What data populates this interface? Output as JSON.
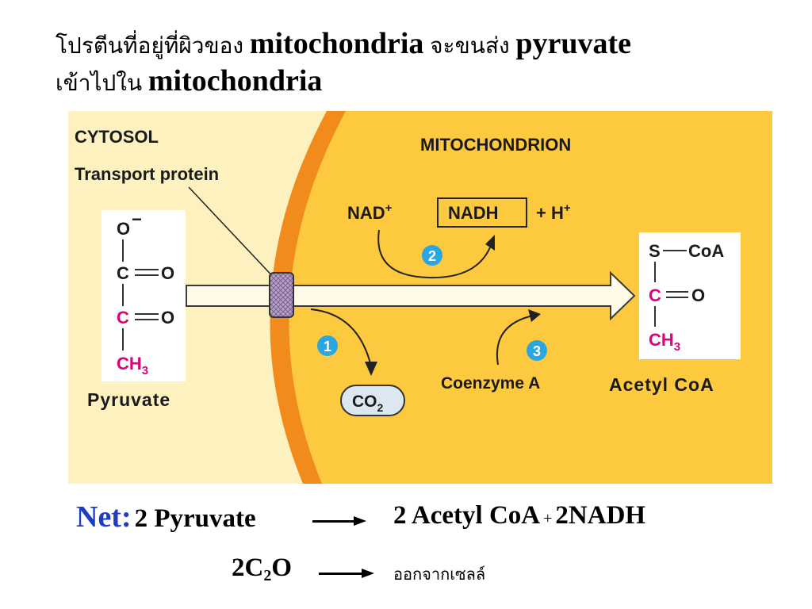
{
  "title": {
    "line1_thai_a": "โปรตีนที่อยู่ที่ผิวของ",
    "line1_latin_a": "mitochondria",
    "line1_thai_b": "จะขนส่ง",
    "line1_latin_b": "pyruvate",
    "line2_thai": "เข้าไปใน",
    "line2_latin": "mitochondria"
  },
  "diagram": {
    "cytosol_label": "CYTOSOL",
    "transport_label": "Transport protein",
    "mito_label": "MITOCHONDRION",
    "nad_plus": "NAD",
    "nadh": "NADH",
    "h_plus": "+ H",
    "plus_sup": "+",
    "coenzyme": "Coenzyme A",
    "co2": "CO",
    "co2_sub": "2",
    "step1": "1",
    "step2": "2",
    "step3": "3",
    "pyruvate_name": "Pyruvate",
    "acetyl_name": "Acetyl CoA",
    "pyruvate_atoms": {
      "o_minus": "O",
      "minus": "−",
      "c1": "C",
      "o1": "O",
      "c2": "C",
      "o2": "O",
      "ch3": "CH",
      "sub3": "3"
    },
    "acetyl_atoms": {
      "s": "S",
      "coa": "CoA",
      "c": "C",
      "o": "O",
      "ch3": "CH",
      "sub3": "3"
    },
    "colors": {
      "cytosol": "#fdf2bf",
      "mito": "#fcc93f",
      "membrane": "#f08b1c",
      "pink_atom": "#e0007a",
      "step_badge": "#2aa6e0"
    }
  },
  "net": {
    "label": "Net:",
    "reactant": "2 Pyruvate",
    "product": "2 Acetyl CoA",
    "plus": "+",
    "product2": "2NADH",
    "line2_reactant_a": "2C",
    "line2_sub": "2",
    "line2_reactant_b": "O",
    "line2_product": "ออกจากเซลล์"
  }
}
